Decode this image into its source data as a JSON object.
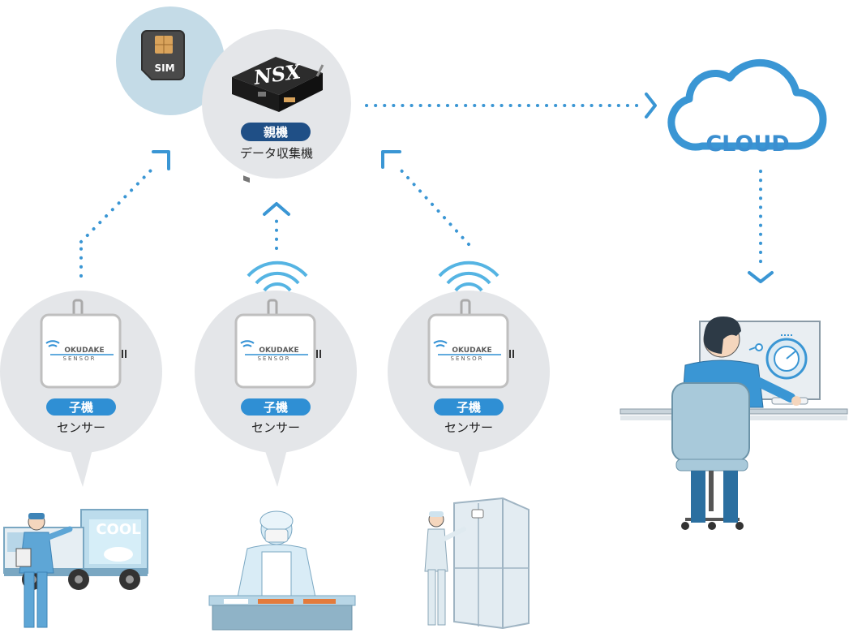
{
  "gateway": {
    "sim_label": "SIM",
    "device_brand": "NSX",
    "role_badge": "親機",
    "role_desc": "データ収集機"
  },
  "cloud": {
    "label": "CLOUD"
  },
  "sensors": [
    {
      "brand": "OKUDAKE",
      "brand_sub": "SENSOR",
      "role_badge": "子機",
      "role_desc": "センサー",
      "scene": "delivery-truck"
    },
    {
      "brand": "OKUDAKE",
      "brand_sub": "SENSOR",
      "role_badge": "子機",
      "role_desc": "センサー",
      "scene": "food-factory"
    },
    {
      "brand": "OKUDAKE",
      "brand_sub": "SENSOR",
      "role_badge": "子機",
      "role_desc": "センサー",
      "scene": "refrigerator"
    }
  ],
  "truck": {
    "cool_label": "COOL"
  },
  "colors": {
    "accent": "#3a96d4",
    "badge_dark": "#1f4f86",
    "badge_light": "#2f8fd4",
    "bubble": "#e4e6e9",
    "sim_bubble": "#c4dbe7"
  }
}
